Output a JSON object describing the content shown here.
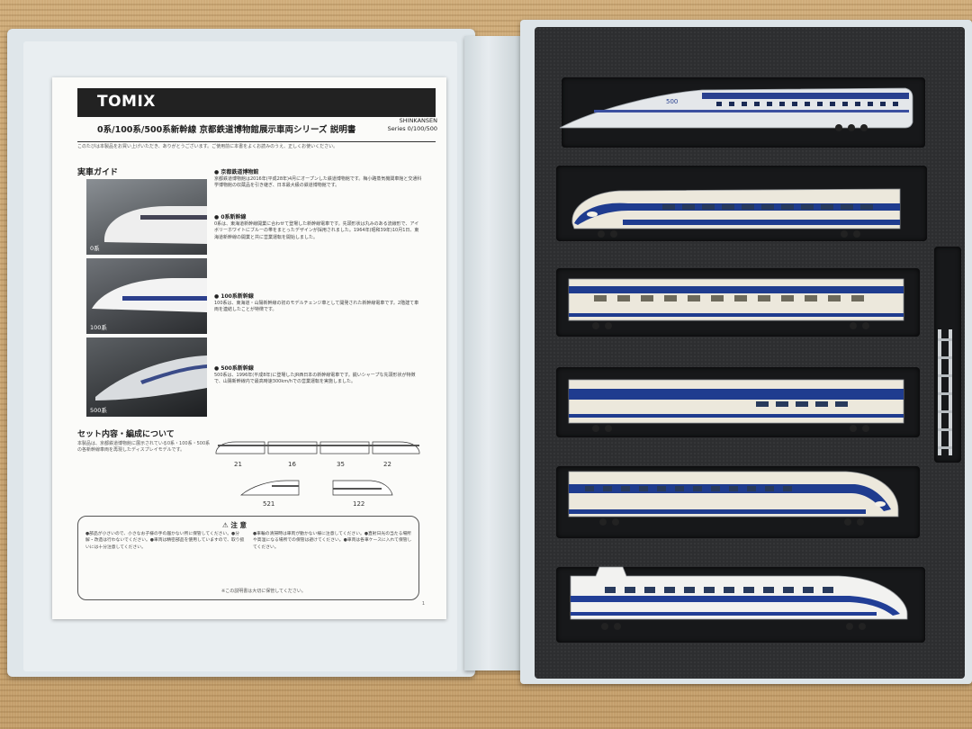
{
  "manual": {
    "brand": "TOMIX",
    "title": "0系/100系/500系新幹線 京都鉄道博物館展示車両シリーズ 説明書",
    "series_line1": "SHINKANSEN",
    "series_line2": "Series 0/100/500",
    "intro": "このたびは本製品をお買い上げいただき、ありがとうございます。ご使用前に本書をよくお読みのうえ、正しくお使いください。",
    "guide_heading": "実車ガイド",
    "photo_labels": [
      "0系",
      "100系",
      "500系"
    ],
    "sections": [
      {
        "heading": "● 京都鉄道博物館",
        "text": "京都鉄道博物館は2016年(平成28年)4月にオープンした鉄道博物館です。梅小路蒸気機関車館と交通科学博物館の収蔵品を引き継ぎ、日本最大級の鉄道博物館です。"
      },
      {
        "heading": "● 0系新幹線",
        "text": "0系は、東海道新幹線開業に合わせて登場した新幹線電車です。先頭形状は丸みのある流線形で、アイボリーホワイトにブルーの帯をまとったデザインが採用されました。1964年(昭和39年)10月1日、東海道新幹線の開業と共に営業運転を開始しました。"
      },
      {
        "heading": "● 100系新幹線",
        "text": "100系は、東海道・山陽新幹線の初のモデルチェンジ車として開発された新幹線電車です。2階建て車両を連結したことが特徴です。"
      },
      {
        "heading": "● 500系新幹線",
        "text": "500系は、1996年(平成8年)に登場したJR西日本の新幹線電車です。鋭いシャープな先頭形状が特徴で、山陽新幹線内で最高時速300km/hでの営業運転を実施しました。"
      }
    ],
    "set_heading": "セット内容・編成について",
    "set_text": "本製品は、京都鉄道博物館に展示されている0系・100系・500系の各新幹線車両を再現したディスプレイモデルです。",
    "car_labels": [
      "21",
      "16",
      "35",
      "22",
      "521",
      "122"
    ],
    "caution_title": "注 意",
    "caution_left": "●部品が小さいので、小さなお子様の手の届かない所に保管してください。●分解・改造は行わないでください。●車両は精密部品を使用していますので、取り扱いには十分注意してください。",
    "caution_right": "●車輪の清掃時は車両が動かない様に注意してください。●直射日光の当たる場所や高温になる場所での保管は避けてください。●車両は各車ケースに入れて保管してください。",
    "footer_note": "※この説明書は大切に保管してください。",
    "page_number": "1"
  },
  "trains": [
    {
      "model": "500",
      "logo": "500",
      "color_body": "#e8eaec",
      "color_stripe": "#2a3f8f"
    },
    {
      "model": "0-front",
      "color_body": "#eeeadf",
      "color_stripe": "#1f3c8f"
    },
    {
      "model": "0-middle",
      "color_body": "#eeeadf",
      "color_stripe": "#1f3c8f"
    },
    {
      "model": "0-middle",
      "color_body": "#eeeadf",
      "color_stripe": "#1f3c8f"
    },
    {
      "model": "0-front",
      "color_body": "#eeeadf",
      "color_stripe": "#1f3c8f"
    },
    {
      "model": "100-front",
      "color_body": "#f2f2f0",
      "color_stripe": "#213e96"
    }
  ]
}
